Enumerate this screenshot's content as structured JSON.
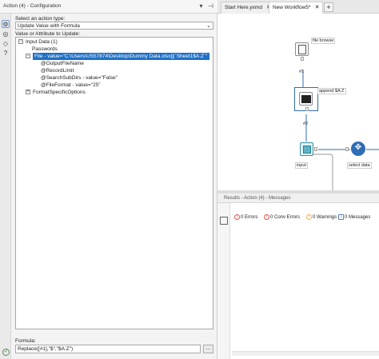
{
  "config_panel": {
    "title": "Action (4) - Configuration",
    "controls": {
      "dropdown": "▾",
      "pin": "⊣"
    },
    "action_type_label": "Select an action type:",
    "action_type_value": "Update Value with Formula",
    "value_label": "Value or Attribute to Update:",
    "tree": [
      {
        "id": "input-data",
        "label": "Input Data (1)",
        "toggle": "−"
      },
      {
        "id": "passwords",
        "label": "Passwords",
        "toggle": ""
      },
      {
        "id": "file",
        "label": "File - value=\"C:\\Users\\US57874\\Desktop\\Dummy Data.xlsx|||`Sheet1$A:Z`\"",
        "toggle": "−",
        "selected": true
      },
      {
        "id": "output-filename",
        "label": "@OutputFileName",
        "toggle": ""
      },
      {
        "id": "record-limit",
        "label": "@RecordLimit",
        "toggle": ""
      },
      {
        "id": "search-subdirs",
        "label": "@SearchSubDirs - value=\"False\"",
        "toggle": ""
      },
      {
        "id": "file-format",
        "label": "@FileFormat - value=\"25\"",
        "toggle": ""
      },
      {
        "id": "format-specific",
        "label": "FormatSpecificOptions",
        "toggle": "+"
      }
    ],
    "formula_label": "Formula:",
    "formula_value": "Replace([#1],\"$\",\"$A:Z\")",
    "formula_button": "..."
  },
  "side_icons": [
    "gear-icon",
    "globe-icon",
    "tag-icon",
    "help-icon"
  ],
  "workflow_tabs": [
    {
      "label": "Start Here.yxmd",
      "close": "✕",
      "active": false
    },
    {
      "label": "New Workflow5*",
      "close": "✕",
      "active": true
    }
  ],
  "add_tab": "+",
  "canvas": {
    "tools": [
      {
        "id": "file-browse",
        "label": "file browse",
        "conn": "#1"
      },
      {
        "id": "append",
        "label": "append $A:Z",
        "conn": "#2"
      },
      {
        "id": "input",
        "label": "input"
      },
      {
        "id": "select-data",
        "label": "select data"
      }
    ]
  },
  "results": {
    "title": "Results - Action (4) - Messages",
    "stats": [
      {
        "label": "0 Errors",
        "color": "#d9534f",
        "icon": "!"
      },
      {
        "label": "0 Conv Errors",
        "color": "#d9534f",
        "icon": "!"
      },
      {
        "label": "0 Warnings",
        "color": "#f0ad4e",
        "icon": "!"
      },
      {
        "label": "0 Messages",
        "color": "#5b7fa8",
        "icon": "i"
      }
    ]
  },
  "colors": {
    "selection": "#1f6fc5",
    "connector": "#2f6db5",
    "accent_green": "#3c7a3c"
  }
}
